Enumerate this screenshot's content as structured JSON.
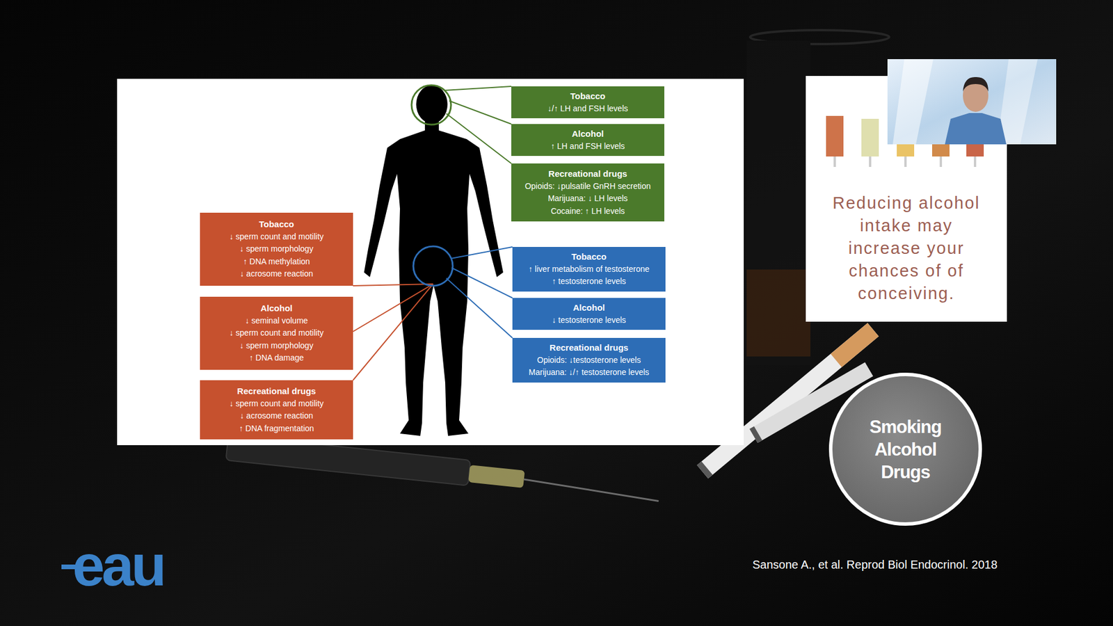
{
  "diagram": {
    "nodes": [
      {
        "text": [
          "Tobacco",
          "↓/↑ LH and FSH levels"
        ]
      },
      {
        "text": [
          "Alcohol",
          "↑ LH and FSH levels"
        ]
      },
      {
        "text": [
          "Recreational drugs",
          "Opioids: ↓pulsatile GnRH secretion",
          "Marijuana: ↓ LH levels",
          "Cocaine: ↑ LH levels"
        ]
      },
      {
        "text": [
          "Tobacco",
          "↓ sperm count and motility",
          "↓ sperm morphology",
          "↑ DNA methylation",
          "↓ acrosome reaction"
        ]
      },
      {
        "text": [
          "Alcohol",
          "↓ seminal volume",
          "↓ sperm count and motility",
          "↓ sperm morphology",
          "↑ DNA damage"
        ]
      },
      {
        "text": [
          "Recreational drugs",
          "↓ sperm count and motility",
          "↓ acrosome reaction",
          "↑ DNA fragmentation"
        ]
      },
      {
        "text": [
          "Tobacco",
          "↑ liver metabolism of testosterone",
          "↑ testosterone levels"
        ]
      },
      {
        "text": [
          "Alcohol",
          "↓ testosterone levels"
        ]
      },
      {
        "text": [
          "Recreational drugs",
          "Opioids: ↓testosterone levels",
          "Marijuana: ↓/↑ testosterone levels"
        ]
      },
      {
        "text": [
          "Reducing alcohol intake may increase your chances of of conceiving."
        ]
      },
      {
        "text": [
          "Smoking",
          "Alcohol",
          "Drugs"
        ]
      }
    ],
    "labels": [
      "Sansone A., et al. Reprod Biol Endocrinol. 2018",
      "eau"
    ]
  }
}
